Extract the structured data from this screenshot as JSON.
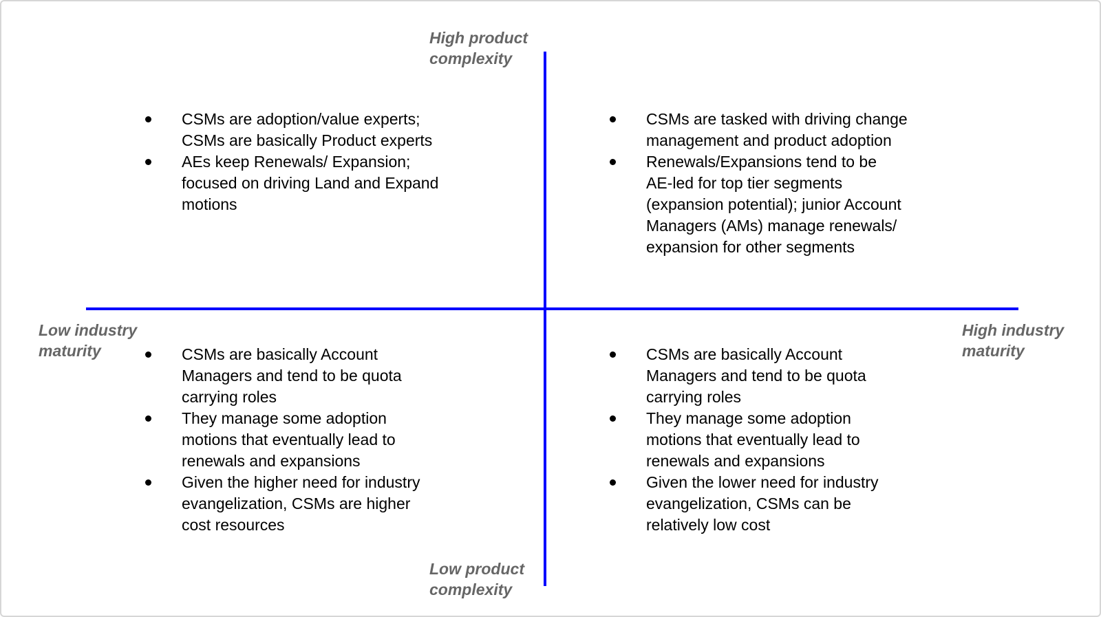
{
  "diagram": {
    "axis_labels": {
      "top": "High product\ncomplexity",
      "bottom": "Low product\ncomplexity",
      "left": "Low industry\nmaturity",
      "right": "High industry\nmaturity"
    },
    "colors": {
      "axis_line": "#0000fe",
      "axis_label_gray": "#666666",
      "body_text": "#000000",
      "frame_border": "#d6d6d6"
    },
    "quadrants": {
      "top_left": {
        "items": [
          "CSMs are adoption/value experts;\nCSMs are basically Product experts",
          "AEs keep Renewals/ Expansion;\nfocused on driving Land and Expand\nmotions"
        ]
      },
      "top_right": {
        "items": [
          "CSMs are tasked with driving change\nmanagement and product adoption",
          "Renewals/Expansions tend to be\nAE-led for top tier segments\n(expansion potential); junior Account\nManagers (AMs) manage renewals/\nexpansion for other segments"
        ]
      },
      "bottom_left": {
        "items": [
          "CSMs are basically Account\nManagers and tend to be quota\ncarrying roles",
          "They manage some adoption\nmotions that eventually lead to\nrenewals and expansions",
          "Given the higher need for industry\nevangelization, CSMs are higher\ncost resources"
        ]
      },
      "bottom_right": {
        "items": [
          "CSMs are basically Account\nManagers and tend to be quota\ncarrying roles",
          "They manage some adoption\nmotions that eventually lead to\nrenewals and expansions",
          "Given the lower need for industry\nevangelization, CSMs can be\nrelatively low cost"
        ]
      }
    }
  }
}
